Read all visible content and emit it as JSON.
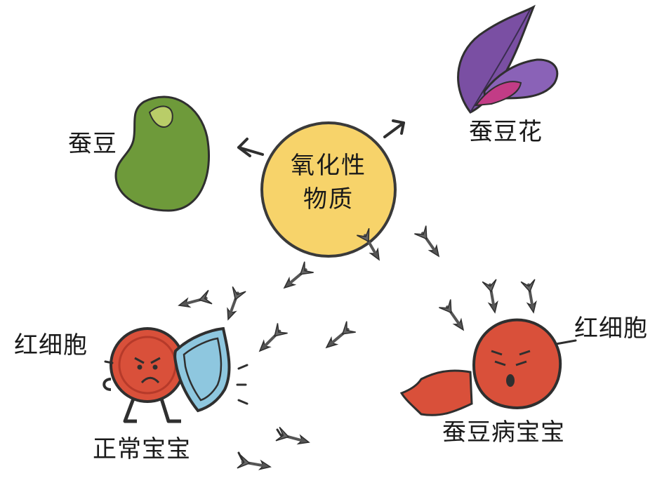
{
  "diagram": {
    "center": {
      "line1": "氧化性",
      "line2": "物质"
    },
    "labels": {
      "fava_bean": "蚕豆",
      "fava_flower": "蚕豆花",
      "rbc_left": "红细胞",
      "rbc_right": "红细胞",
      "normal_baby": "正常宝宝",
      "favism_baby": "蚕豆病宝宝"
    },
    "colors": {
      "oxidant_circle": "#F7D36A",
      "oxidant_outline": "#3a3a3a",
      "bean_green": "#6E9A3A",
      "bean_light": "#B9CD68",
      "flower_purple": "#7A4FA3",
      "flower_magenta": "#C23C86",
      "rbc_red": "#D9503A",
      "rbc_dark": "#B63A2A",
      "shield_blue": "#8EC7DF",
      "arrow_gray": "#555555"
    }
  }
}
